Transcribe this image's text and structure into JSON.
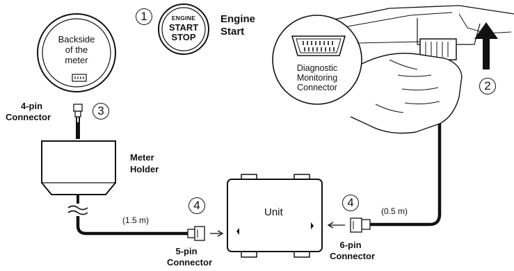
{
  "steps": {
    "s1": "1",
    "s2": "2",
    "s3": "3",
    "s4a": "4",
    "s4b": "4"
  },
  "engine_button": {
    "line1": "ENGINE",
    "line2": "START",
    "line3": "STOP"
  },
  "engine_start_label": [
    "Engine",
    "Start"
  ],
  "meter_back": [
    "Backside",
    "of the",
    "meter"
  ],
  "four_pin_label": [
    "4-pin",
    "Connector"
  ],
  "meter_holder_label": [
    "Meter",
    "Holder"
  ],
  "cable_left_length": "(1.5 m)",
  "cable_right_length": "(0.5 m)",
  "unit_label": "Unit",
  "five_pin_label": [
    "5-pin",
    "Connector"
  ],
  "six_pin_label": [
    "6-pin",
    "Connector"
  ],
  "diag_label": [
    "Diagnostic",
    "Monitoring",
    "Connector"
  ]
}
